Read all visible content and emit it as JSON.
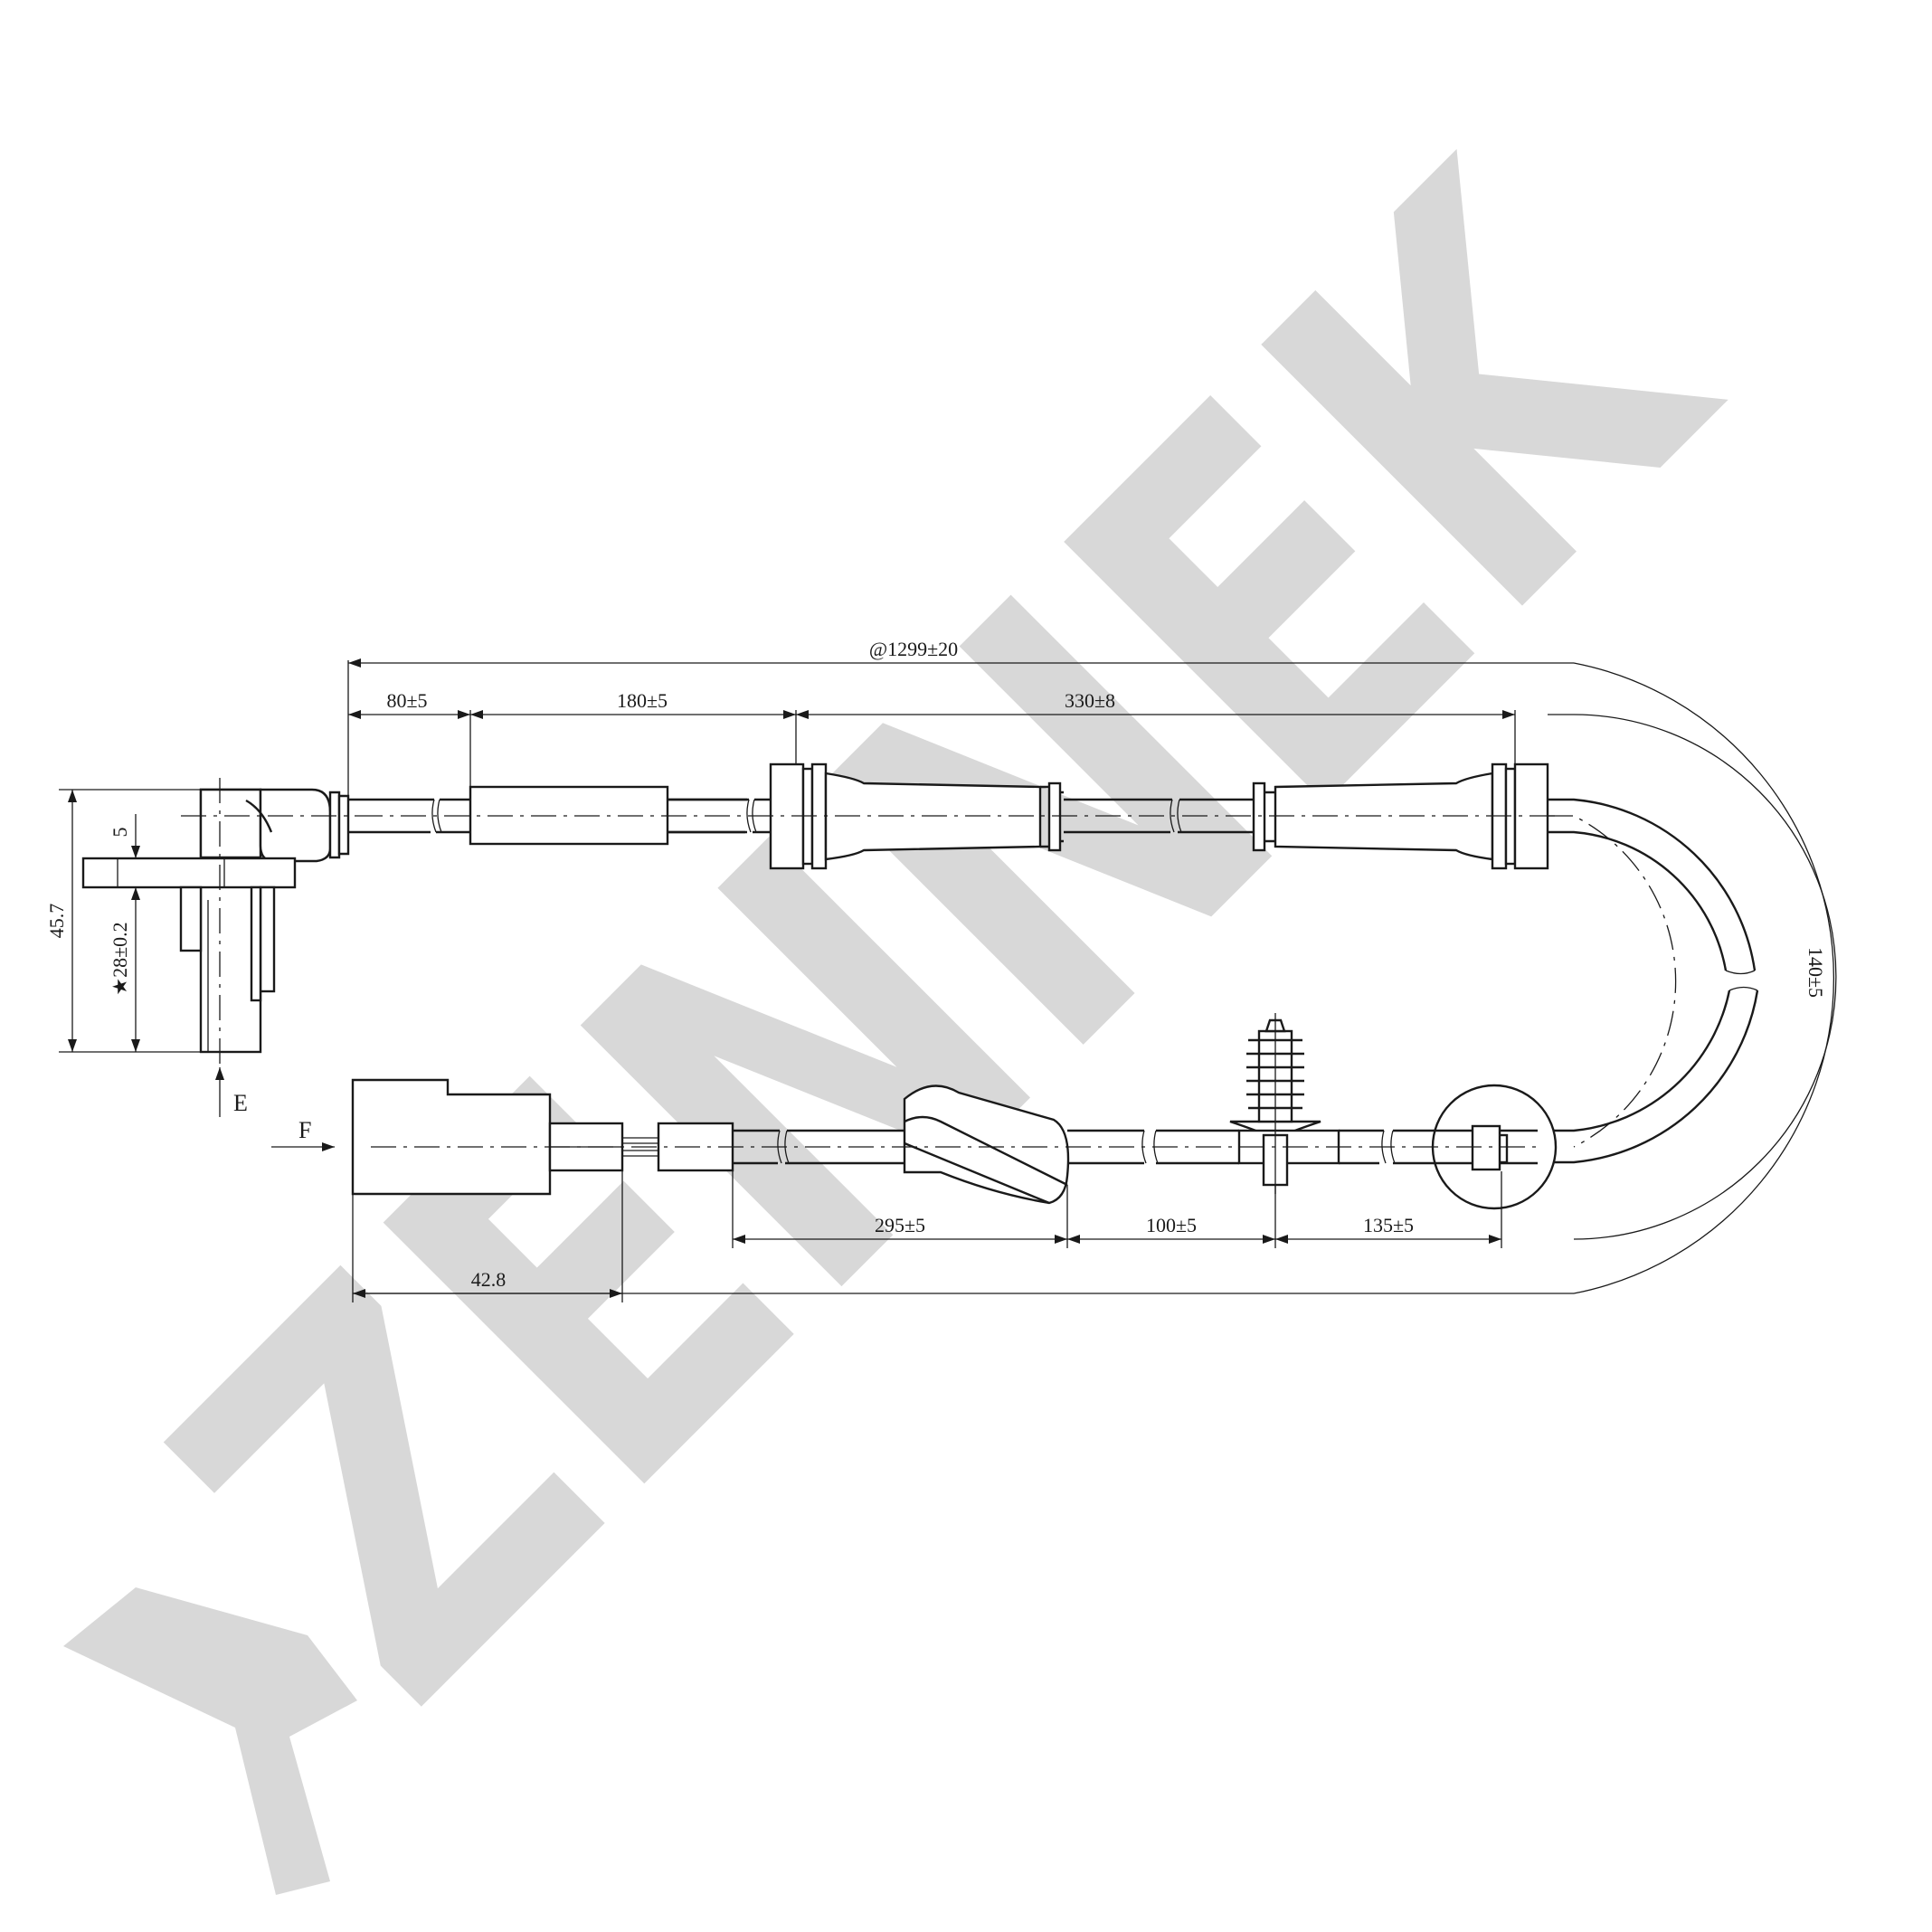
{
  "watermark": {
    "brand": "ZENNEK",
    "color": "#d8d8d8"
  },
  "dimensions": {
    "total_length": "@1299±20",
    "seg_80": "80±5",
    "seg_180": "180±5",
    "seg_330": "330±8",
    "bend_140": "140±5",
    "seg_295": "295±5",
    "seg_100": "100±5",
    "seg_135": "135±5",
    "connector_42_8": "42.8",
    "sensor_height_45_7": "45.7",
    "sensor_offset_5": "5",
    "sensor_depth_28": "★28±0.2"
  },
  "view_labels": {
    "e": "E",
    "f": "F"
  },
  "colors": {
    "line": "#1a1a1a",
    "background": "#ffffff"
  }
}
